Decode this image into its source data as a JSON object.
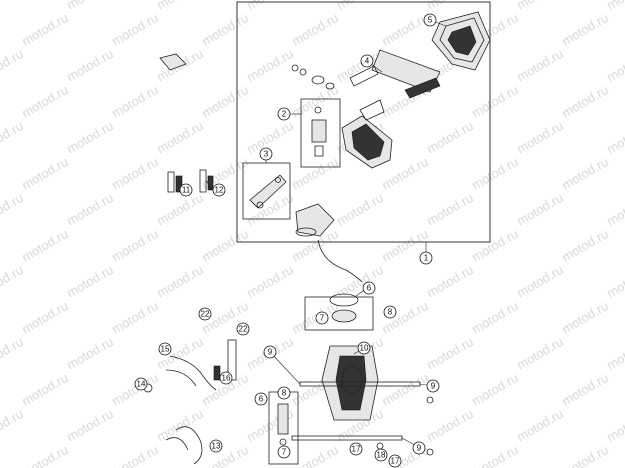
{
  "watermark": {
    "text": "motod.ru"
  },
  "callouts": [
    {
      "id": "c1",
      "label": "1"
    },
    {
      "id": "c2",
      "label": "2"
    },
    {
      "id": "c3",
      "label": "3"
    },
    {
      "id": "c4",
      "label": "4"
    },
    {
      "id": "c5",
      "label": "5"
    },
    {
      "id": "c6a",
      "label": "6"
    },
    {
      "id": "c7a",
      "label": "7"
    },
    {
      "id": "c8a",
      "label": "8"
    },
    {
      "id": "c9a",
      "label": "9"
    },
    {
      "id": "c9b",
      "label": "9"
    },
    {
      "id": "c9c",
      "label": "9"
    },
    {
      "id": "c10",
      "label": "10"
    },
    {
      "id": "c11",
      "label": "11"
    },
    {
      "id": "c12",
      "label": "12"
    },
    {
      "id": "c13",
      "label": "13"
    },
    {
      "id": "c14",
      "label": "14"
    },
    {
      "id": "c15",
      "label": "15"
    },
    {
      "id": "c16",
      "label": "16"
    },
    {
      "id": "c17a",
      "label": "17"
    },
    {
      "id": "c17b",
      "label": "17"
    },
    {
      "id": "c18",
      "label": "18"
    },
    {
      "id": "c22a",
      "label": "22"
    },
    {
      "id": "c22b",
      "label": "22"
    },
    {
      "id": "c6b",
      "label": "6"
    },
    {
      "id": "c8b",
      "label": "8"
    },
    {
      "id": "c7b",
      "label": "7"
    }
  ]
}
